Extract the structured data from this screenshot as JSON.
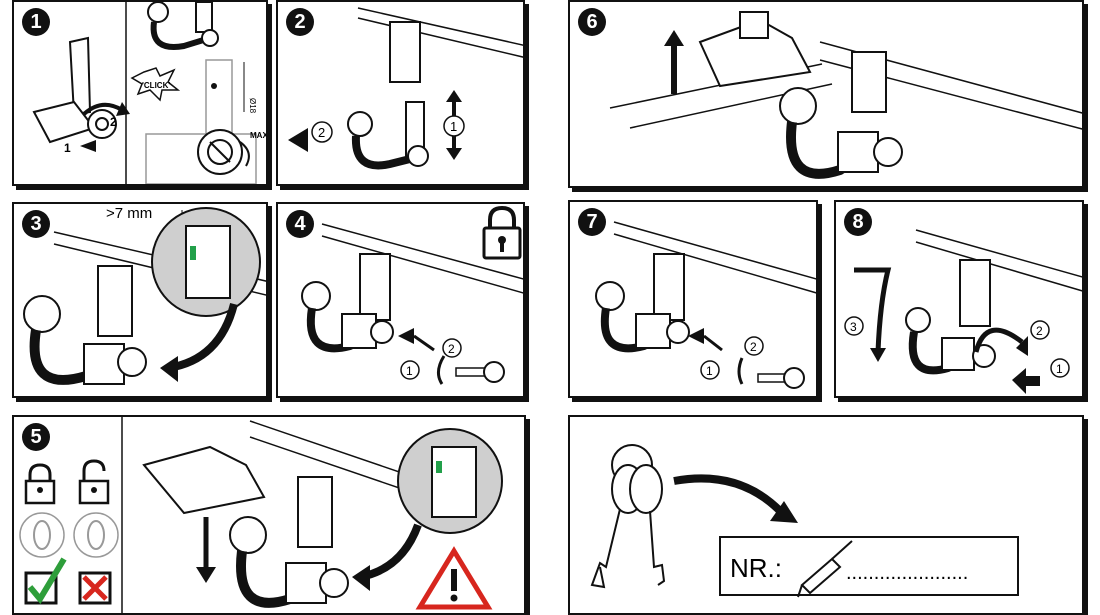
{
  "steps": [
    {
      "number": "1"
    },
    {
      "number": "2"
    },
    {
      "number": "3"
    },
    {
      "number": "4"
    },
    {
      "number": "5"
    },
    {
      "number": "6"
    },
    {
      "number": "7"
    },
    {
      "number": "8"
    }
  ],
  "step1": {
    "click_label": "'CLICK'",
    "diameter_label": "Ø18",
    "max_label": "MAX.",
    "callout_1": "1",
    "callout_2": "2"
  },
  "step2": {
    "callout_1": "1",
    "callout_2": "2"
  },
  "step3": {
    "gap_label": ">7 mm"
  },
  "step4": {
    "callout_1": "1",
    "callout_2": "2"
  },
  "step7": {
    "callout_1": "1",
    "callout_2": "2"
  },
  "step8": {
    "callout_1": "1",
    "callout_2": "2",
    "callout_3": "3"
  },
  "key_panel": {
    "nr_label": "NR.:",
    "nr_dots": "......................"
  },
  "colors": {
    "line": "#111111",
    "check_green": "#2e9e3a",
    "cross_red": "#d7261e",
    "indicator_green": "#22a04a",
    "magnifier_gray": "#cfcfcf"
  }
}
